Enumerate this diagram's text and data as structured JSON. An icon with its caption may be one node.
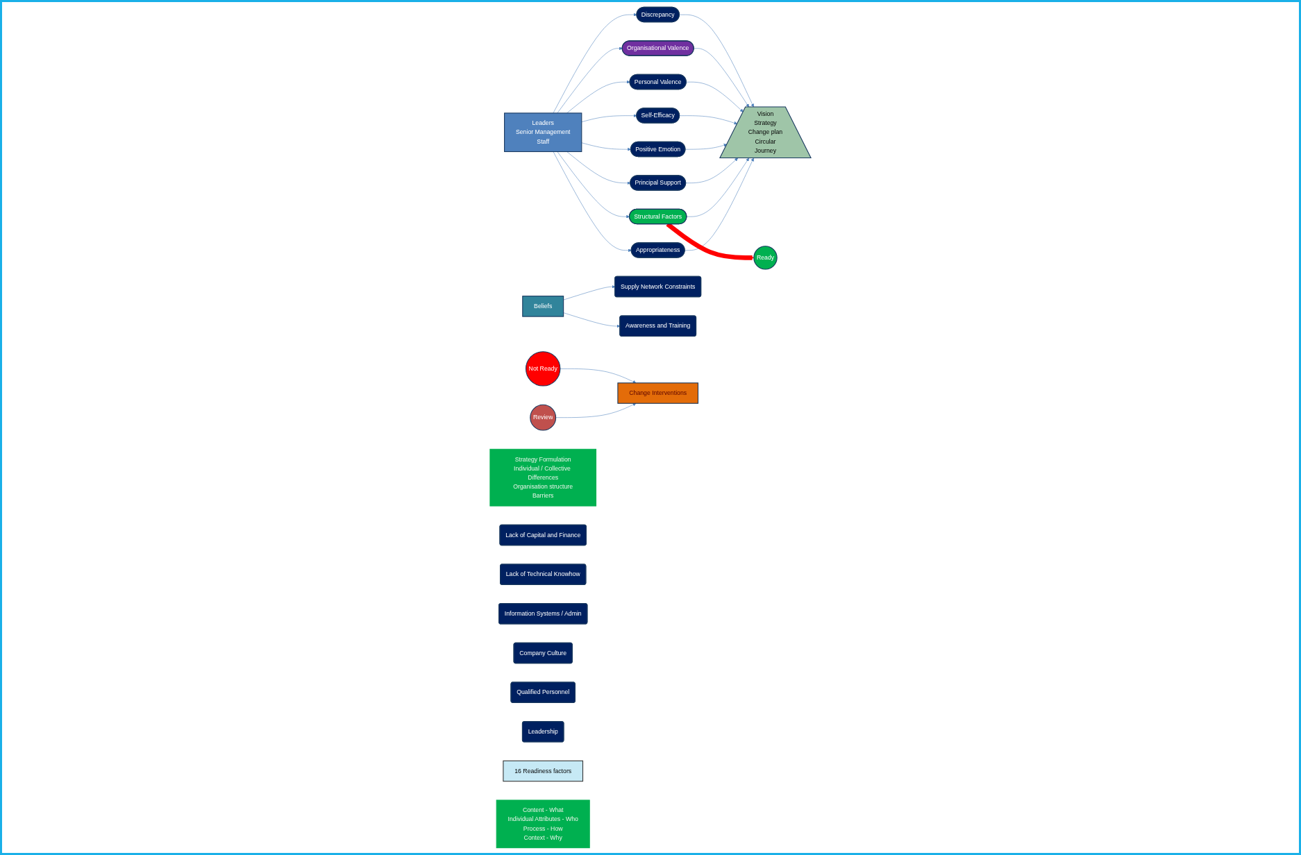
{
  "diagram": {
    "nodes": [
      {
        "text": [
          "Strategy Formulation",
          "Individual / Collective Differences",
          "Organisation structure",
          "Barriers"
        ]
      },
      {
        "text": [
          "Vision",
          "Strategy",
          "Change plan",
          "Circular",
          "Journey"
        ]
      },
      {
        "text": [
          "Discrepancy"
        ]
      },
      {
        "text": [
          "Organisational Valence"
        ]
      },
      {
        "text": [
          "Personal Valence"
        ]
      },
      {
        "text": [
          "Self-Efficacy"
        ]
      },
      {
        "text": [
          "Positive Emotion"
        ]
      },
      {
        "text": [
          "Principal Support"
        ]
      },
      {
        "text": [
          "Structural Factors"
        ]
      },
      {
        "text": [
          "Appropriateness"
        ]
      },
      {
        "text": [
          "Leaders",
          "Senior Management",
          "Staff"
        ]
      },
      {
        "text": [
          "Beliefs"
        ]
      },
      {
        "text": [
          "Supply Network Constraints"
        ]
      },
      {
        "text": [
          "Lack of Capital and Finance"
        ]
      },
      {
        "text": [
          "Lack of Technical Knowhow"
        ]
      },
      {
        "text": [
          "Information Systems / Admin"
        ]
      },
      {
        "text": [
          "Company Culture"
        ]
      },
      {
        "text": [
          "Qualified Personnel"
        ]
      },
      {
        "text": [
          "Leadership"
        ]
      },
      {
        "text": [
          "Awareness and Training"
        ]
      },
      {
        "text": [
          "Not Ready"
        ]
      },
      {
        "text": [
          "Review"
        ]
      },
      {
        "text": [
          "Ready"
        ]
      },
      {
        "text": [
          "16 Readiness factors"
        ]
      },
      {
        "text": [
          "Change Interventions"
        ]
      },
      {
        "text": [
          "Content - What",
          "Individual Attributes - Who",
          "Process - How",
          "Context - Why"
        ]
      }
    ],
    "edges": [
      {
        "from": 2,
        "to": 1,
        "arrow": "to"
      },
      {
        "from": 3,
        "to": 1,
        "arrow": "to"
      },
      {
        "from": 4,
        "to": 1,
        "arrow": "to"
      },
      {
        "from": 5,
        "to": 1,
        "arrow": "to"
      },
      {
        "from": 6,
        "to": 1,
        "arrow": "to"
      },
      {
        "from": 7,
        "to": 1,
        "arrow": "to"
      },
      {
        "from": 8,
        "to": 1,
        "arrow": "to"
      },
      {
        "from": 9,
        "to": 1,
        "arrow": "to"
      },
      {
        "from": 10,
        "to": 2,
        "arrow": "to"
      },
      {
        "from": 10,
        "to": 3,
        "arrow": "to"
      },
      {
        "from": 10,
        "to": 4,
        "arrow": "to"
      },
      {
        "from": 10,
        "to": 5,
        "arrow": "to"
      },
      {
        "from": 10,
        "to": 6,
        "arrow": "to"
      },
      {
        "from": 10,
        "to": 7,
        "arrow": "to"
      },
      {
        "from": 10,
        "to": 8,
        "arrow": "to"
      },
      {
        "from": 10,
        "to": 9,
        "arrow": "to"
      },
      {
        "from": 11,
        "to": 12,
        "arrow": "to"
      },
      {
        "from": 11,
        "to": 19,
        "arrow": "to"
      },
      {
        "from": 20,
        "to": 24,
        "arrow": "to"
      },
      {
        "from": 21,
        "to": 24,
        "arrow": "to"
      },
      {
        "from": 8,
        "to": 22,
        "arrow": "to",
        "style": "thick",
        "color": "#ff0000"
      }
    ]
  }
}
